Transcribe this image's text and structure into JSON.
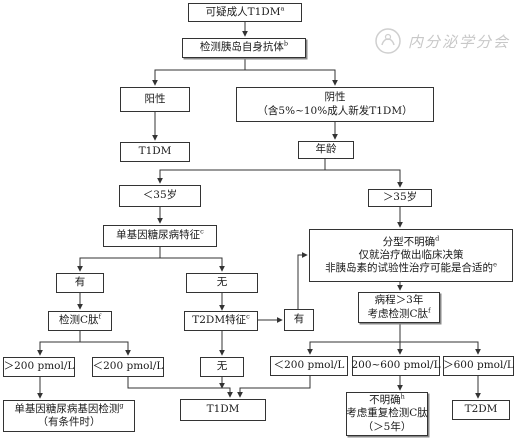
{
  "watermark": {
    "text": "内分泌学分会"
  },
  "nodes": {
    "suspected": {
      "text": "可疑成人T1DM",
      "sup": "a"
    },
    "autoantibody": {
      "text": "检测胰岛自身抗体",
      "sup": "b"
    },
    "positive": {
      "text": "阳性"
    },
    "negative": {
      "line1": "阴性",
      "line2": "（含5%~10%成人新发T1DM）"
    },
    "t1dm_top": {
      "text": "T1DM"
    },
    "age": {
      "text": "年龄"
    },
    "age_lt35": {
      "text": "＜35岁"
    },
    "age_gt35": {
      "text": "＞35岁"
    },
    "monogenic_features": {
      "text": "单基因糖尿病特征",
      "sup": "c"
    },
    "unclear": {
      "line1": "分型不明确",
      "line1_sup": "d",
      "line2": "仅就治疗做出临床决策",
      "line3": "非胰岛素的试验性治疗可能是合适的",
      "line3_sup": "e"
    },
    "yes_left": {
      "text": "有"
    },
    "no_mid": {
      "text": "无"
    },
    "course": {
      "line1": "病程＞3年",
      "line2": "考虑检测C肽",
      "line2_sup": "f"
    },
    "cpeptide": {
      "text": "检测C肽",
      "sup": "f"
    },
    "t2dm_features": {
      "text": "T2DM特征",
      "sup": "c"
    },
    "yes_right": {
      "text": "有"
    },
    "gt200": {
      "text": "＞200 pmol/L"
    },
    "lt200": {
      "text": "＜200 pmol/L"
    },
    "no_lower": {
      "text": "无"
    },
    "c_lt200": {
      "text": "＜200 pmol/L"
    },
    "c_mid": {
      "text": "200~600 pmol/L"
    },
    "c_gt600": {
      "text": "＞600 pmol/L"
    },
    "gene_test": {
      "line1": "单基因糖尿病基因检测",
      "line1_sup": "g",
      "line2": "（有条件时）"
    },
    "t1dm_bottom": {
      "text": "T1DM"
    },
    "unclear2": {
      "line1": "不明确",
      "line1_sup": "h",
      "line2": "考虑重复检测C肽",
      "line3": "（＞5年）"
    },
    "t2dm": {
      "text": "T2DM"
    }
  }
}
